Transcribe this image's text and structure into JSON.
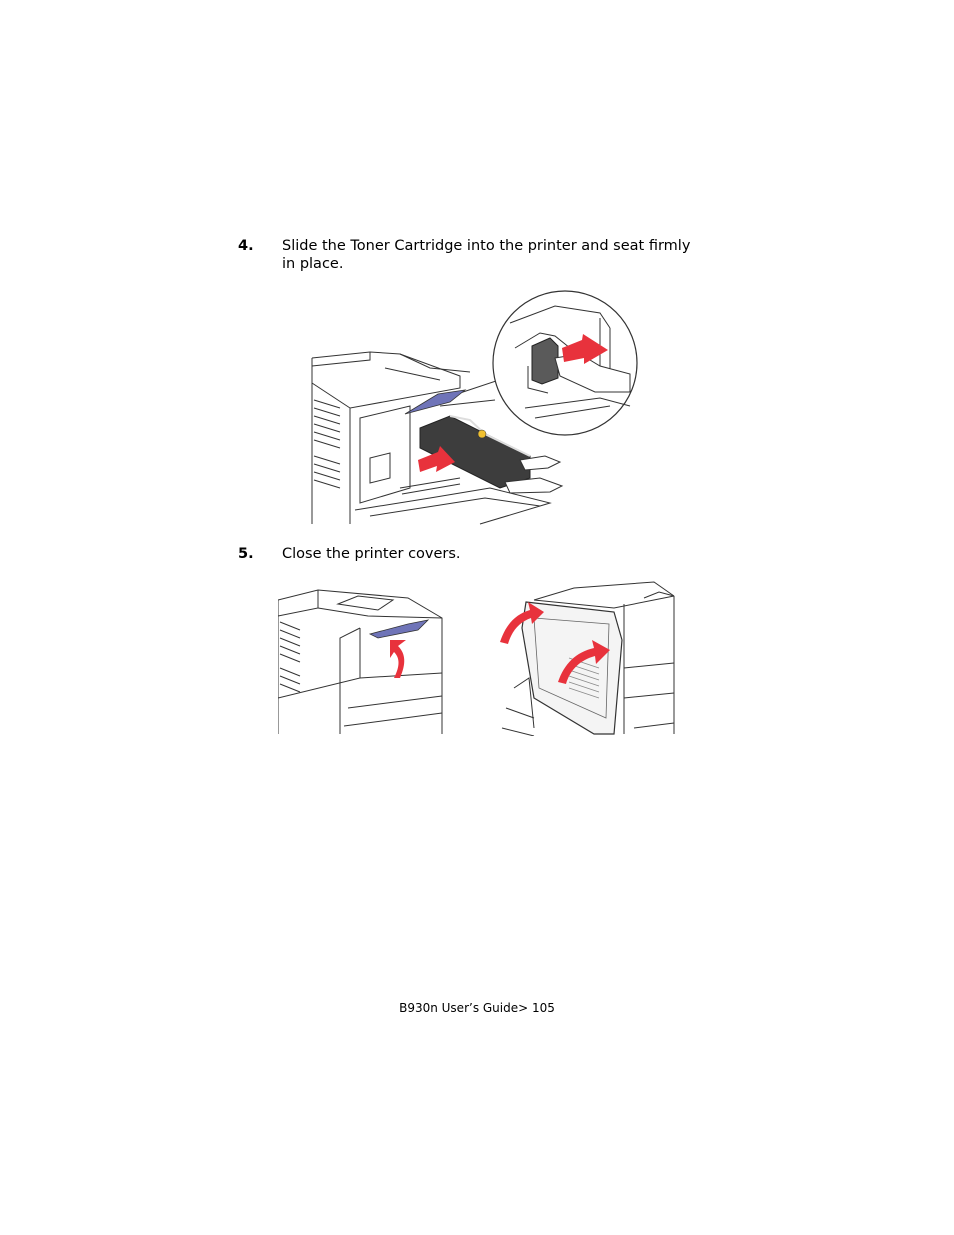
{
  "steps": [
    {
      "number": "4.",
      "text": "Slide the Toner Cartridge into the printer and seat firmly in place."
    },
    {
      "number": "5.",
      "text": "Close the printer covers."
    }
  ],
  "footer": {
    "text": "B930n User’s Guide> 105"
  },
  "colors": {
    "arrow": "#e8323c",
    "latch": "#6f74b8",
    "cartridge": "#3d3d3d",
    "line": "#333333"
  },
  "figures": [
    {
      "name": "insert-toner-cartridge",
      "icons": [
        "printer-open",
        "toner-cartridge",
        "push-arrow",
        "hand"
      ]
    },
    {
      "name": "close-top-cover",
      "icons": [
        "printer-top",
        "curved-arrow"
      ]
    },
    {
      "name": "close-side-door",
      "icons": [
        "printer-side-door",
        "curved-arrow"
      ]
    }
  ]
}
